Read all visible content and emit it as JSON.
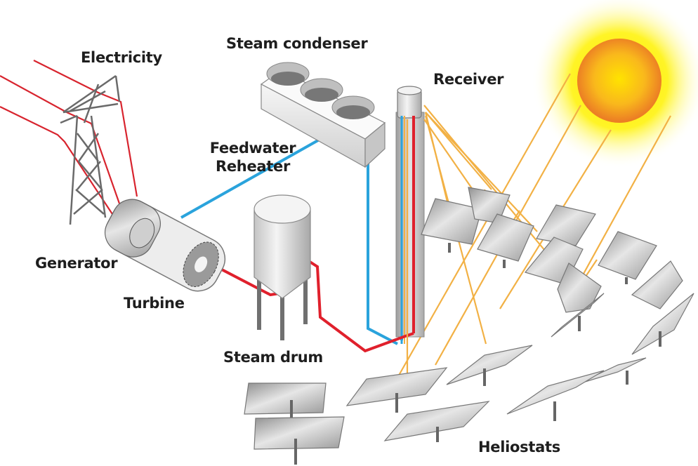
{
  "title": "Solar power tower plant diagram",
  "labels": {
    "electricity": "Electricity",
    "steam_condenser": "Steam condenser",
    "receiver": "Receiver",
    "feedwater": "Feedwater",
    "reheater": "Reheater",
    "generator": "Generator",
    "turbine": "Turbine",
    "steam_drum": "Steam drum",
    "heliostats": "Heliostats"
  },
  "colors": {
    "hot_line": "#e0202c",
    "cold_line": "#2aa3dc",
    "sun_ray": "#f2b145",
    "sun_core": "#ffd400",
    "sun_rim": "#ee8a22",
    "metal": "#b8b8b8"
  }
}
